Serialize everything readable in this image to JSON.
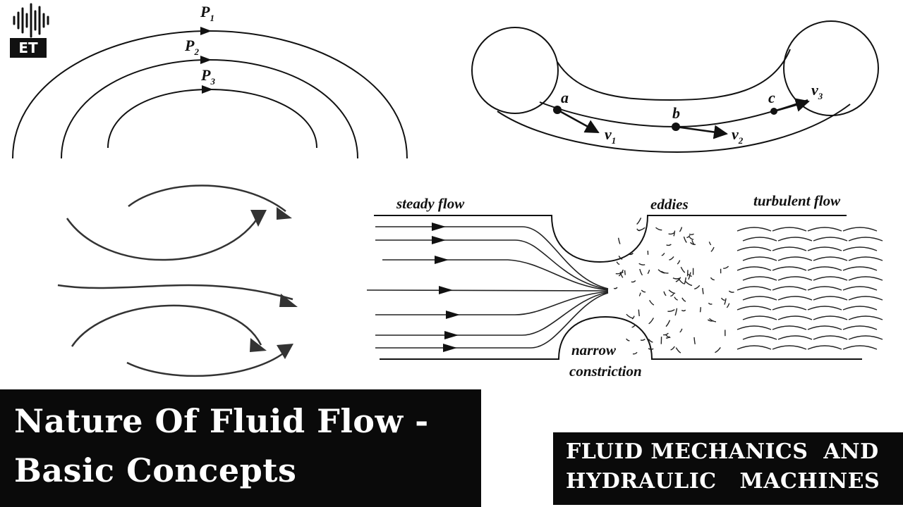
{
  "logo": {
    "text": "ET"
  },
  "streamlines": {
    "p1": "P",
    "p1_sub": "1",
    "p2": "P",
    "p2_sub": "2",
    "p3": "P",
    "p3_sub": "3"
  },
  "pipe": {
    "a": "a",
    "b": "b",
    "c": "c",
    "v1": "v",
    "v1_sub": "1",
    "v2": "v",
    "v2_sub": "2",
    "v3": "v",
    "v3_sub": "3"
  },
  "flow": {
    "steady": "steady flow",
    "eddies": "eddies",
    "turbulent": "turbulent flow",
    "narrow": "narrow",
    "constriction": "constriction"
  },
  "title": {
    "line1": "Nature Of Fluid Flow -",
    "line2": "Basic Concepts"
  },
  "subtitle": {
    "line1": "FLUID MECHANICS  AND",
    "line2": "HYDRAULIC   MACHINES"
  },
  "colors": {
    "banner": "#0a0a0a",
    "text": "#ffffff",
    "ink": "#111111"
  }
}
